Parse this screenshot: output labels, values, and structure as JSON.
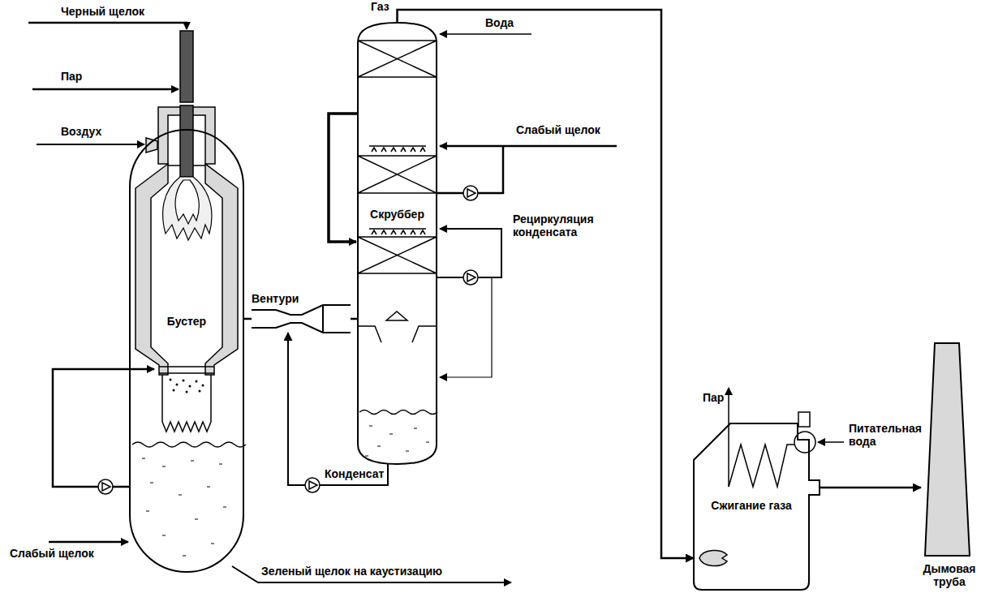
{
  "diagram": {
    "nodes": [
      {
        "text": [
          "Бустер"
        ]
      },
      {
        "text": [
          "Вентури"
        ]
      },
      {
        "text": [
          "Скруббер"
        ]
      },
      {
        "text": [
          "Сжигание газа"
        ]
      },
      {
        "text": [
          "Дымовая труба"
        ]
      }
    ],
    "edges": [
      {
        "from": 0,
        "to": 1,
        "arrow": "none"
      },
      {
        "from": 1,
        "to": 2,
        "arrow": "none"
      },
      {
        "from": 2,
        "to": 1,
        "label": "Конденсат",
        "arrow": "to"
      },
      {
        "from": 2,
        "to": 3,
        "label": "Газ",
        "arrow": "to"
      },
      {
        "from": 3,
        "to": 4,
        "arrow": "to"
      }
    ],
    "labels": [
      "Черный щелок",
      "Пар",
      "Воздух",
      "Вода",
      "Слабый щелок",
      "Рециркуляция конденсата",
      "Слабый щелок",
      "Зеленый щелок на каустизацию",
      "Пар",
      "Питательная вода"
    ]
  }
}
